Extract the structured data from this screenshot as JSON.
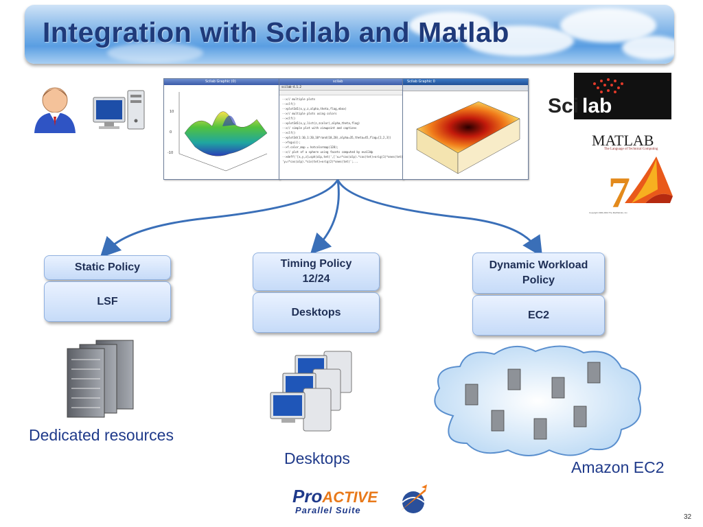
{
  "slide": {
    "title": "Integration with Scilab and Matlab",
    "page_number": "32"
  },
  "screenshots": {
    "scilab_window_title": "Scilab Graphic (0)",
    "console_title": "scilab",
    "console_header": "scilab-4.1.2",
    "console_lines": [
      "-->// multiple plots",
      "-->clf()",
      "-->plot3d1(x,y,z,alpha,theta,flag,ebox)",
      "-->// multiple plots using colors",
      "-->clf()",
      "-->plot3d1(x,y,list(z,zcolor),alpha,theta,flag)",
      "-->// simple plot with viewpoint and captions",
      "-->clf()",
      "-->plot3d(1:10,1:20,10*rand(10,20),alpha=35,theta=45,flag=[2,2,3])",
      "-->fsgui();",
      "-->f.color_map = hotcolormap(128);",
      "-->// plot of a sphere using facets computed by eval3dp",
      "-->deff('[x,y,z]=sph(alp,tet)',['x=r*cos(alp).*cos(tet)+orig(1)*ones(tet)';",
      "   'y=r*cos(alp).*sin(tet)+orig(2)*ones(tet)';..."
    ],
    "graphic_window_title": "Scilab Graphic 0"
  },
  "logos": {
    "scilab_text_left": "Sci",
    "scilab_text_right": "lab",
    "matlab_text": "MATLAB",
    "matlab_tagline": "The Language of Technical Computing",
    "matlab_version": "7",
    "matlab_copyright": "Copyright 1984-2004 The MathWorks, Inc."
  },
  "policies": [
    {
      "policy": "Static Policy",
      "resource": "LSF",
      "caption": "Dedicated resources"
    },
    {
      "policy": "Timing Policy\n12/24",
      "resource": "Desktops",
      "caption": "Desktops"
    },
    {
      "policy": "Dynamic Workload\nPolicy",
      "resource": "EC2",
      "caption": "Amazon EC2"
    }
  ],
  "proactive": {
    "brand_pro": "Pro",
    "brand_active": "Active",
    "suite": "Parallel Suite"
  },
  "colors": {
    "title": "#1f3a7a",
    "arrow": "#3a6fb8",
    "caption": "#1f3a8a",
    "box_top": "#eaf2ff",
    "box_bottom": "#c6dbf8"
  }
}
